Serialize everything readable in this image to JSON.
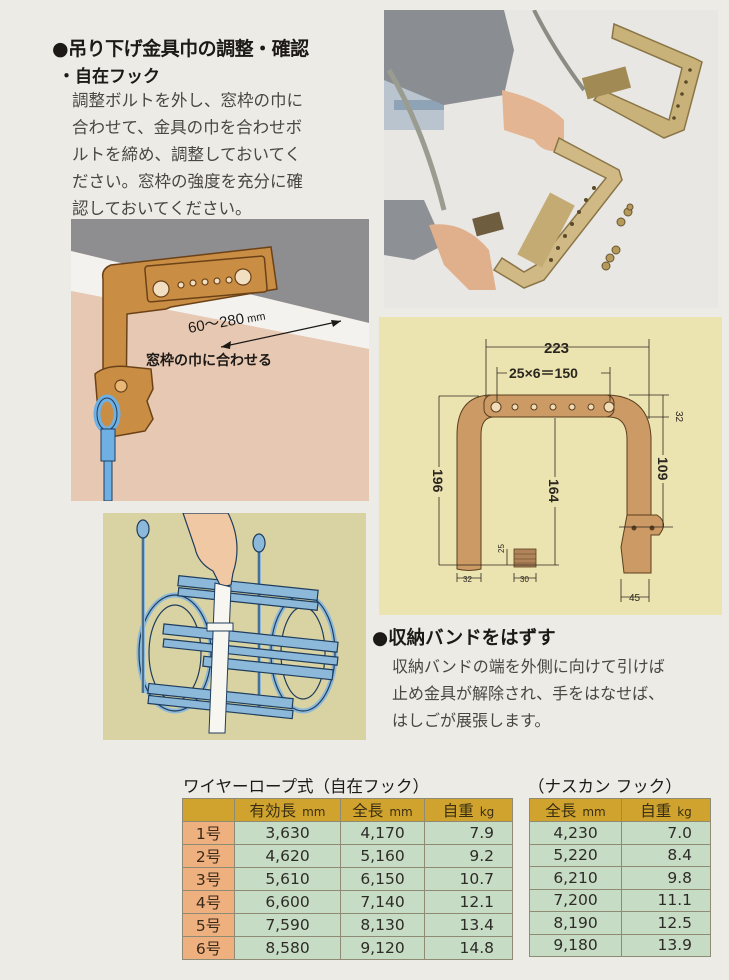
{
  "section_adjust": {
    "title": "●吊り下げ金具巾の調整・確認",
    "subtitle": "・自在フック",
    "body_lines": [
      "調整ボルトを外し、窓枠の巾に",
      "合わせて、金具の巾を合わせボ",
      "ルトを締め、調整しておいてく",
      "ださい。窓枠の強度を充分に確",
      "認しておいてください。"
    ]
  },
  "hook_illustration": {
    "width_range": "60〜280",
    "width_unit": "mm",
    "caption": "窓枠の巾に合わせる",
    "colors": {
      "wall": "#e7c8b3",
      "sill": "#f4f2ee",
      "ceiling": "#8d8c8e",
      "metal": "#c98d44",
      "rope": "#6fb0e4"
    }
  },
  "dimension_diagram": {
    "overall_width": "223",
    "hole_pitch": "25×6＝150",
    "top_thickness": "32",
    "right_height": "109",
    "overall_height": "196",
    "inner_height": "164",
    "leg_width": "32",
    "tooth_height": "25",
    "tooth_width": "30",
    "hook_width": "45",
    "colors": {
      "background": "#ebe4b0",
      "metal": "#cc9a64"
    }
  },
  "section_band": {
    "title": "●収納バンドをはずす",
    "body_lines": [
      "収納バンドの端を外側に向けて引けば",
      "止め金具が解除され、手をはなせば、",
      "はしごが展張します。"
    ]
  },
  "table_wire_rope": {
    "caption": "ワイヤーロープ式（自在フック）",
    "headers": [
      {
        "label": "",
        "unit": ""
      },
      {
        "label": "有効長",
        "unit": "mm"
      },
      {
        "label": "全長",
        "unit": "mm"
      },
      {
        "label": "自重",
        "unit": "kg"
      }
    ],
    "rows": [
      {
        "model": "1号",
        "effective_length": "3,630",
        "total_length": "4,170",
        "weight": "7.9"
      },
      {
        "model": "2号",
        "effective_length": "4,620",
        "total_length": "5,160",
        "weight": "9.2"
      },
      {
        "model": "3号",
        "effective_length": "5,610",
        "total_length": "6,150",
        "weight": "10.7"
      },
      {
        "model": "4号",
        "effective_length": "6,600",
        "total_length": "7,140",
        "weight": "12.1"
      },
      {
        "model": "5号",
        "effective_length": "7,590",
        "total_length": "8,130",
        "weight": "13.4"
      },
      {
        "model": "6号",
        "effective_length": "8,580",
        "total_length": "9,120",
        "weight": "14.8"
      }
    ]
  },
  "table_snap_hook": {
    "caption": "（ナスカン フック）",
    "headers": [
      {
        "label": "全長",
        "unit": "mm"
      },
      {
        "label": "自重",
        "unit": "kg"
      }
    ],
    "rows": [
      {
        "total_length": "4,230",
        "weight": "7.0"
      },
      {
        "total_length": "5,220",
        "weight": "8.4"
      },
      {
        "total_length": "6,210",
        "weight": "9.8"
      },
      {
        "total_length": "7,200",
        "weight": "11.1"
      },
      {
        "total_length": "8,190",
        "weight": "12.5"
      },
      {
        "total_length": "9,180",
        "weight": "13.9"
      }
    ]
  },
  "colors": {
    "page_background": "#ecebe6",
    "table_header": "#cfa32e",
    "table_row_label": "#eeb07e",
    "table_cell": "#c7dcc4"
  }
}
